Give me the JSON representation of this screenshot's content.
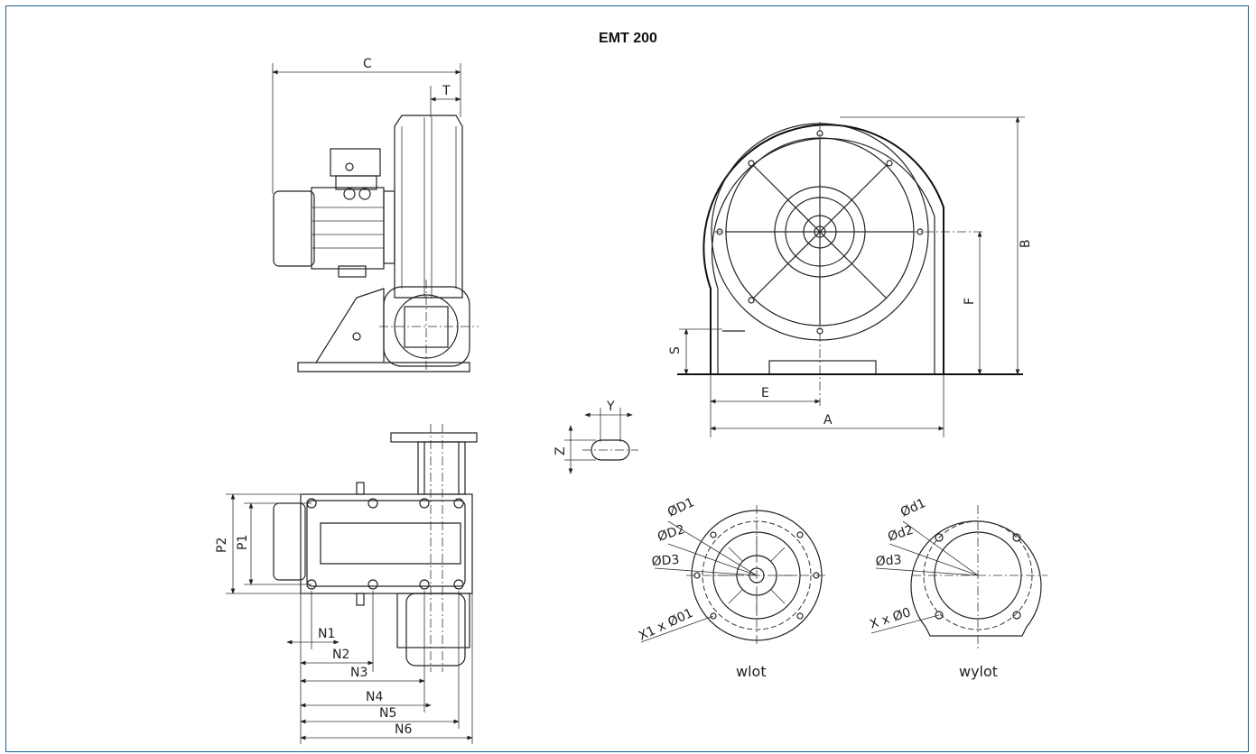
{
  "title": "EMT 200",
  "dimensions": {
    "side_view": {
      "C": "C",
      "T": "T"
    },
    "front_view": {
      "A": "A",
      "B": "B",
      "E": "E",
      "F": "F",
      "S": "S"
    },
    "slot": {
      "Y": "Y",
      "Z": "Z"
    },
    "top_view": {
      "P1": "P1",
      "P2": "P2",
      "N1": "N1",
      "N2": "N2",
      "N3": "N3",
      "N4": "N4",
      "N5": "N5",
      "N6": "N6"
    },
    "inlet": {
      "D1": "ØD1",
      "D2": "ØD2",
      "D3": "ØD3",
      "holes": "X1 x Ø01"
    },
    "outlet": {
      "d1": "Ød1",
      "d2": "Ød2",
      "d3": "Ød3",
      "holes": "X x Ø0"
    }
  },
  "captions": {
    "inlet": "wlot",
    "outlet": "wylot"
  },
  "colors": {
    "frame": "#1c5f8a",
    "line": "#222222"
  }
}
